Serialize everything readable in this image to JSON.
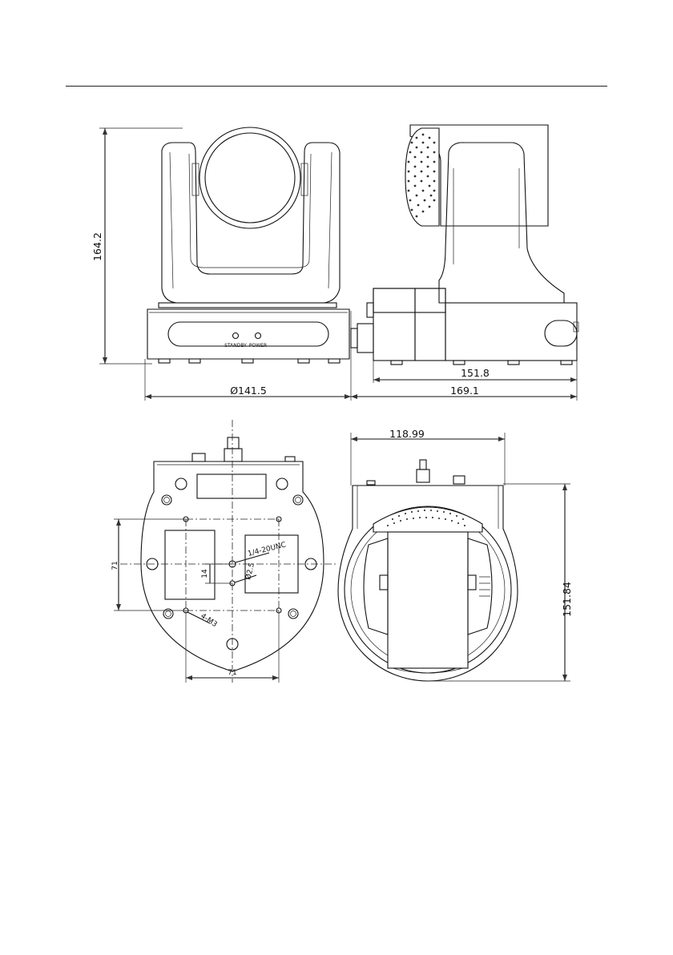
{
  "drawing": {
    "front_view": {
      "height_dim": "164.2",
      "diameter_dim": "Ø141.5",
      "led_labels": {
        "standby": "STANDBY",
        "power": "POWER"
      }
    },
    "side_view": {
      "base_dim": "151.8",
      "total_dim": "169.1"
    },
    "bottom_view": {
      "hole_spacing_v": "71",
      "hole_spacing_h": "71",
      "tripod_thread": "1/4-20UNC",
      "thread_offset": "14",
      "pin_label": "Ø2.5",
      "screw_label": "4-M3"
    },
    "top_view": {
      "width_dim": "118.99",
      "depth_dim": "151.84"
    }
  }
}
